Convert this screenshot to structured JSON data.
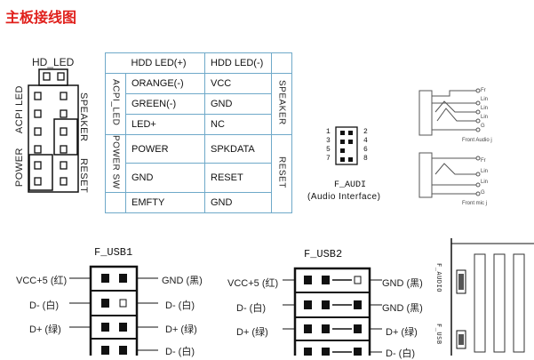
{
  "title": "主板接线图",
  "front_panel": {
    "hd_led": "HD_LED",
    "acpi_led": "ACPI LED",
    "power": "POWER",
    "speaker": "SPEAKER",
    "reset": "RESET"
  },
  "pin_table": {
    "header_left": "HDD LED(+)",
    "header_right": "HDD LED(-)",
    "group_acpi": "ACPI_LED",
    "group_power_sw": "POWER SW",
    "side_speaker": "SPEAKER",
    "side_reset": "RESET",
    "rows": [
      {
        "left": "ORANGE(-)",
        "right": "VCC"
      },
      {
        "left": "GREEN(-)",
        "right": "GND"
      },
      {
        "left": "LED+",
        "right": "NC"
      },
      {
        "left": "POWER",
        "right": "SPKDATA"
      },
      {
        "left": "GND",
        "right": "RESET"
      },
      {
        "left": "EMFTY",
        "right": "GND"
      }
    ]
  },
  "f_audio": {
    "title": "F_AUDI",
    "subtitle": "(Audio Interface)",
    "pins_left": [
      "1",
      "3",
      "5",
      "7"
    ],
    "pins_right": [
      "2",
      "4",
      "6",
      "8"
    ],
    "jack1_labels": [
      "Fr",
      "Lin",
      "Lin",
      "Lin",
      "G"
    ],
    "jack1_caption": "Front Audio j",
    "jack2_labels": [
      "Fr",
      "Lin",
      "Lin",
      "G"
    ],
    "jack2_caption": "Front mic j"
  },
  "usb1": {
    "title": "F_USB1",
    "left": [
      "VCC+5 (红)",
      "D- (白)",
      "D+ (绿)",
      ""
    ],
    "right": [
      "GND (黑)",
      "D- (白)",
      "D+ (绿)",
      "D- (白)"
    ]
  },
  "usb2": {
    "title": "F_USB2",
    "left": [
      "VCC+5 (红)",
      "D- (白)",
      "D+ (绿)",
      ""
    ],
    "right": [
      "GND (黑)",
      "GND (黑)",
      "D+ (绿)",
      "D- (白)"
    ]
  },
  "board_labels": {
    "f_audio": "F_AUDIO",
    "f_usb": "F_USB"
  }
}
